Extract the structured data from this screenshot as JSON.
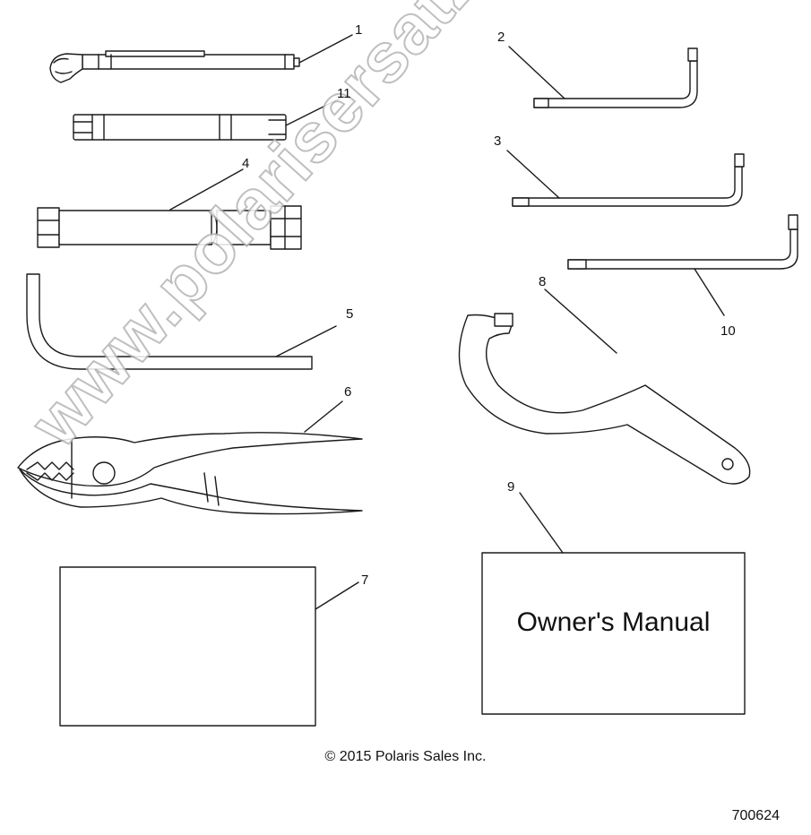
{
  "callouts": {
    "c1": "1",
    "c2": "2",
    "c3": "3",
    "c4": "4",
    "c5": "5",
    "c6": "6",
    "c7": "7",
    "c8": "8",
    "c9": "9",
    "c10": "10",
    "c11": "11"
  },
  "manual_title": "Owner's Manual",
  "copyright": "© 2015 Polaris Sales Inc.",
  "drawing_number": "700624",
  "watermark": "www.polarisersatzteile.de",
  "colors": {
    "line": "#1a1a1a",
    "watermark_outline": "#b4b4b4",
    "background": "#ffffff"
  }
}
